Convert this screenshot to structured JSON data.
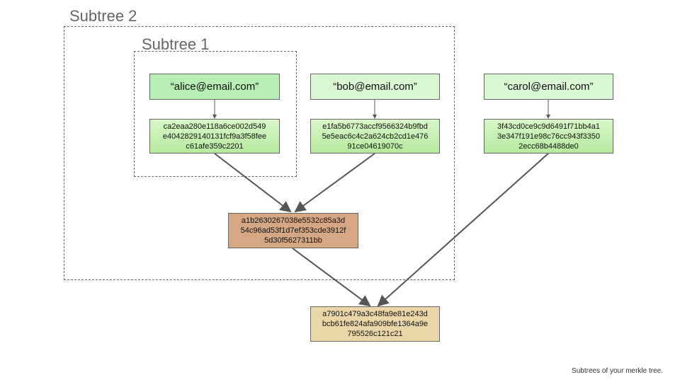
{
  "groups": {
    "subtree2": "Subtree 2",
    "subtree1": "Subtree 1"
  },
  "leaves": {
    "alice": "“alice@email.com”",
    "bob": "“bob@email.com”",
    "carol": "“carol@email.com”"
  },
  "hashes": {
    "alice": "ca2eaa280e118a6ce002d549\ne4042829140131fcf9a3f58fee\nc61afe359c2201",
    "bob": "e1fa5b6773accf9566324b9fbd\n5e5eac6c4c2a624cb2cd1e476\n91ce04619070c",
    "carol": "3f43cd0ce9c9d6491f71bb4a1\n3e347f191e98c76cc943f3350\n2ecc68b4488de0",
    "parent": "a1b2630267038e5532c85a3d\n54c96ad53f1d7ef353cde3912f\n5d30f5627311bb",
    "root": "a7901c479a3c48fa9e81e243d\nbcb61fe824afa909bfe1364a9e\n795526c121c21"
  },
  "caption": "Subtrees of your merkle tree.",
  "colors": {
    "leaf_alice": "#b7eeb3",
    "leaf_other": "#d9f7d3",
    "hash_leaf_top": "#d9f7c9",
    "hash_leaf_bottom": "#b6ea9e",
    "parent": "#d5a783",
    "root": "#ead7a7",
    "line": "#555555",
    "group_border": "#666666"
  }
}
